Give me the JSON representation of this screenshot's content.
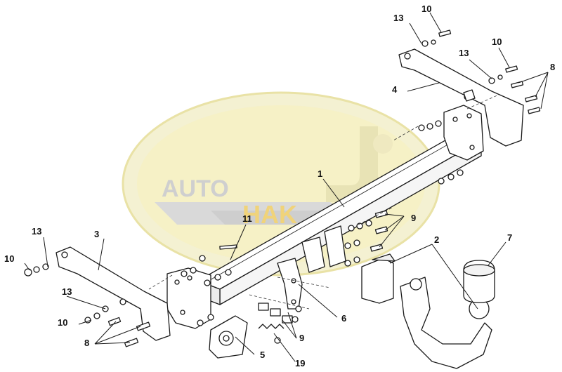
{
  "watermark": {
    "text_top": "AUTO",
    "text_bottom": "HAK",
    "colors": {
      "ellipse_outer": "#f4f1d2",
      "ellipse_inner": "#f7f0bb",
      "ellipse_edge": "#e9e2a6",
      "wedge": "#d9d9d9",
      "wedge_dark": "#c7c7c7",
      "text_top": "#cfcfcf",
      "text_bottom": "#f0d37a",
      "hook": "#e8e3b5"
    }
  },
  "parts": [
    {
      "id": "label-13-top",
      "text": "13"
    },
    {
      "id": "label-10-top",
      "text": "10"
    },
    {
      "id": "label-13-top2",
      "text": "13"
    },
    {
      "id": "label-10-top2",
      "text": "10"
    },
    {
      "id": "label-8-top",
      "text": "8"
    },
    {
      "id": "label-4",
      "text": "4"
    },
    {
      "id": "label-1",
      "text": "1"
    },
    {
      "id": "label-11",
      "text": "11"
    },
    {
      "id": "label-9-top",
      "text": "9"
    },
    {
      "id": "label-2",
      "text": "2"
    },
    {
      "id": "label-7",
      "text": "7"
    },
    {
      "id": "label-3",
      "text": "3"
    },
    {
      "id": "label-13-left",
      "text": "13"
    },
    {
      "id": "label-10-left",
      "text": "10"
    },
    {
      "id": "label-13-left2",
      "text": "13"
    },
    {
      "id": "label-10-left2",
      "text": "10"
    },
    {
      "id": "label-8-left",
      "text": "8"
    },
    {
      "id": "label-6",
      "text": "6"
    },
    {
      "id": "label-9-bottom",
      "text": "9"
    },
    {
      "id": "label-5",
      "text": "5"
    },
    {
      "id": "label-19",
      "text": "19"
    }
  ],
  "colors": {
    "line": "#1a1a1a",
    "part_fill": "#ffffff",
    "dash": "#333333"
  }
}
